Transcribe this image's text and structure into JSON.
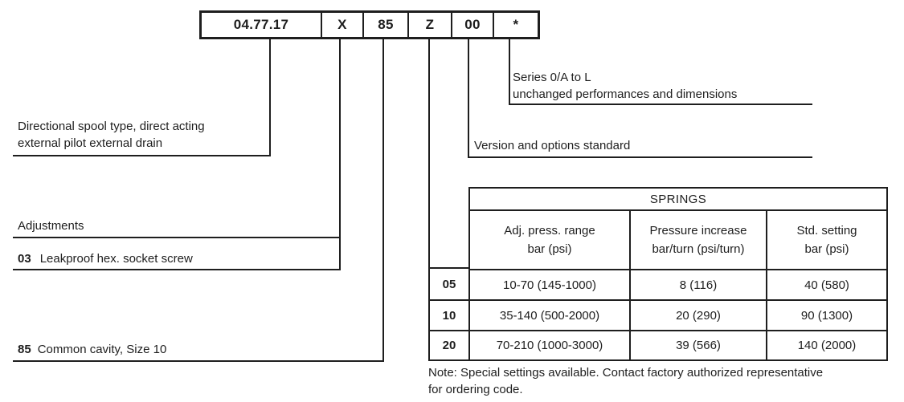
{
  "code_box": {
    "segments": [
      "04.77.17",
      "X",
      "85",
      "Z",
      "00",
      "*"
    ]
  },
  "callouts": {
    "series": {
      "line1": "Series 0/A to L",
      "line2": "unchanged performances and dimensions"
    },
    "spool_type": {
      "line1": "Directional spool type, direct acting",
      "line2": "external pilot external drain"
    },
    "version": {
      "text": "Version and options standard"
    },
    "adjustments": {
      "heading": "Adjustments",
      "option_code": "03",
      "option_text": "Leakproof hex. socket screw"
    },
    "cavity": {
      "option_code": "85",
      "option_text": "Common cavity, Size 10"
    }
  },
  "springs_table": {
    "title": "SPRINGS",
    "columns": [
      {
        "line1": "Adj. press. range",
        "line2": "bar (psi)"
      },
      {
        "line1": "Pressure increase",
        "line2": "bar/turn (psi/turn)"
      },
      {
        "line1": "Std. setting",
        "line2": "bar (psi)"
      }
    ],
    "rows": [
      {
        "code": "05",
        "adj_press_range": "10-70 (145-1000)",
        "pressure_increase": "8 (116)",
        "std_setting": "40 (580)"
      },
      {
        "code": "10",
        "adj_press_range": "35-140 (500-2000)",
        "pressure_increase": "20 (290)",
        "std_setting": "90 (1300)"
      },
      {
        "code": "20",
        "adj_press_range": "70-210 (1000-3000)",
        "pressure_increase": "39 (566)",
        "std_setting": "140 (2000)"
      }
    ]
  },
  "note": {
    "line1": "Note: Special settings available. Contact factory authorized representative",
    "line2": "for ordering code."
  },
  "colors": {
    "ink": "#1e1e1e",
    "background": "#ffffff"
  }
}
